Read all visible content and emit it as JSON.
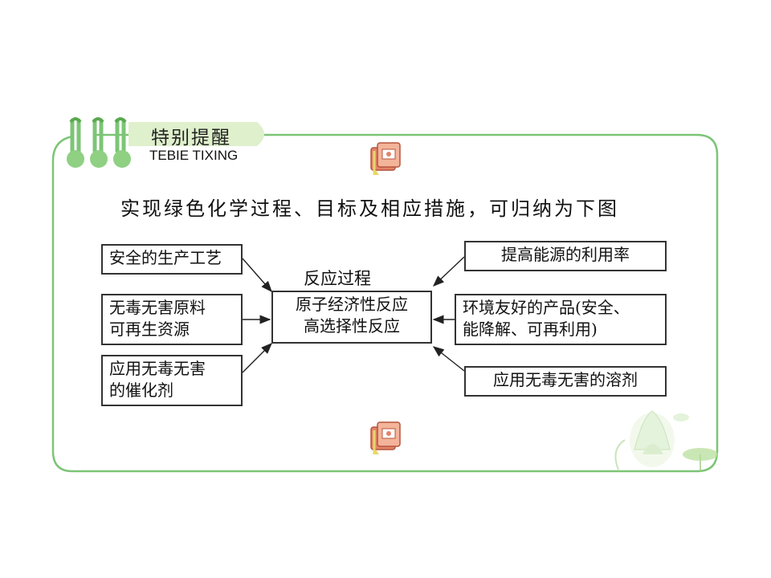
{
  "header": {
    "title": "特别提醒",
    "subtitle": "TEBIE TIXING"
  },
  "intro_text": "实现绿色化学过程、目标及相应措施，可归纳为下图",
  "diagram": {
    "center": {
      "label": "反应过程",
      "lines": [
        "原子经济性反应",
        "高选择性反应"
      ]
    },
    "left_inputs": [
      {
        "lines": [
          "安全的生产工艺"
        ]
      },
      {
        "lines": [
          "无毒无害原料",
          "可再生资源"
        ]
      },
      {
        "lines": [
          "应用无毒无害",
          "的催化剂"
        ]
      }
    ],
    "right_items": [
      {
        "lines": [
          "提高能源的利用率"
        ]
      },
      {
        "lines": [
          "环境友好的产品(安全、",
          "能降解、可再利用)"
        ]
      },
      {
        "lines": [
          "应用无毒无害的溶剂"
        ]
      }
    ]
  },
  "colors": {
    "frame_green": "#7cc576",
    "dot_green": "#8fd083",
    "badge_green": "#dff0cc",
    "icon_orange": "#e2846a"
  },
  "icons": [
    "book-icon",
    "book-icon",
    "lotus-decoration"
  ]
}
